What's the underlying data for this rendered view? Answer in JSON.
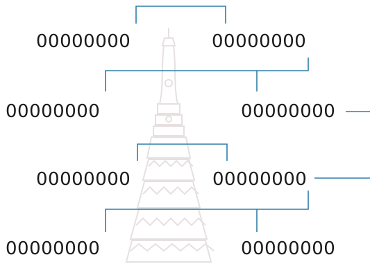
{
  "diagram": {
    "watermark": {
      "icon": "temple-spire-watermark-icon"
    },
    "colors": {
      "line": "#2f7fa8",
      "text": "#1a1a1a",
      "watermark": "#e9e4e4"
    },
    "nodes": {
      "row1_left": "00000000",
      "row1_right": "00000000",
      "row2_left": "00000000",
      "row2_right": "00000000",
      "row3_left": "00000000",
      "row3_right": "00000000",
      "row4_left": "00000000",
      "row4_right": "00000000"
    }
  }
}
